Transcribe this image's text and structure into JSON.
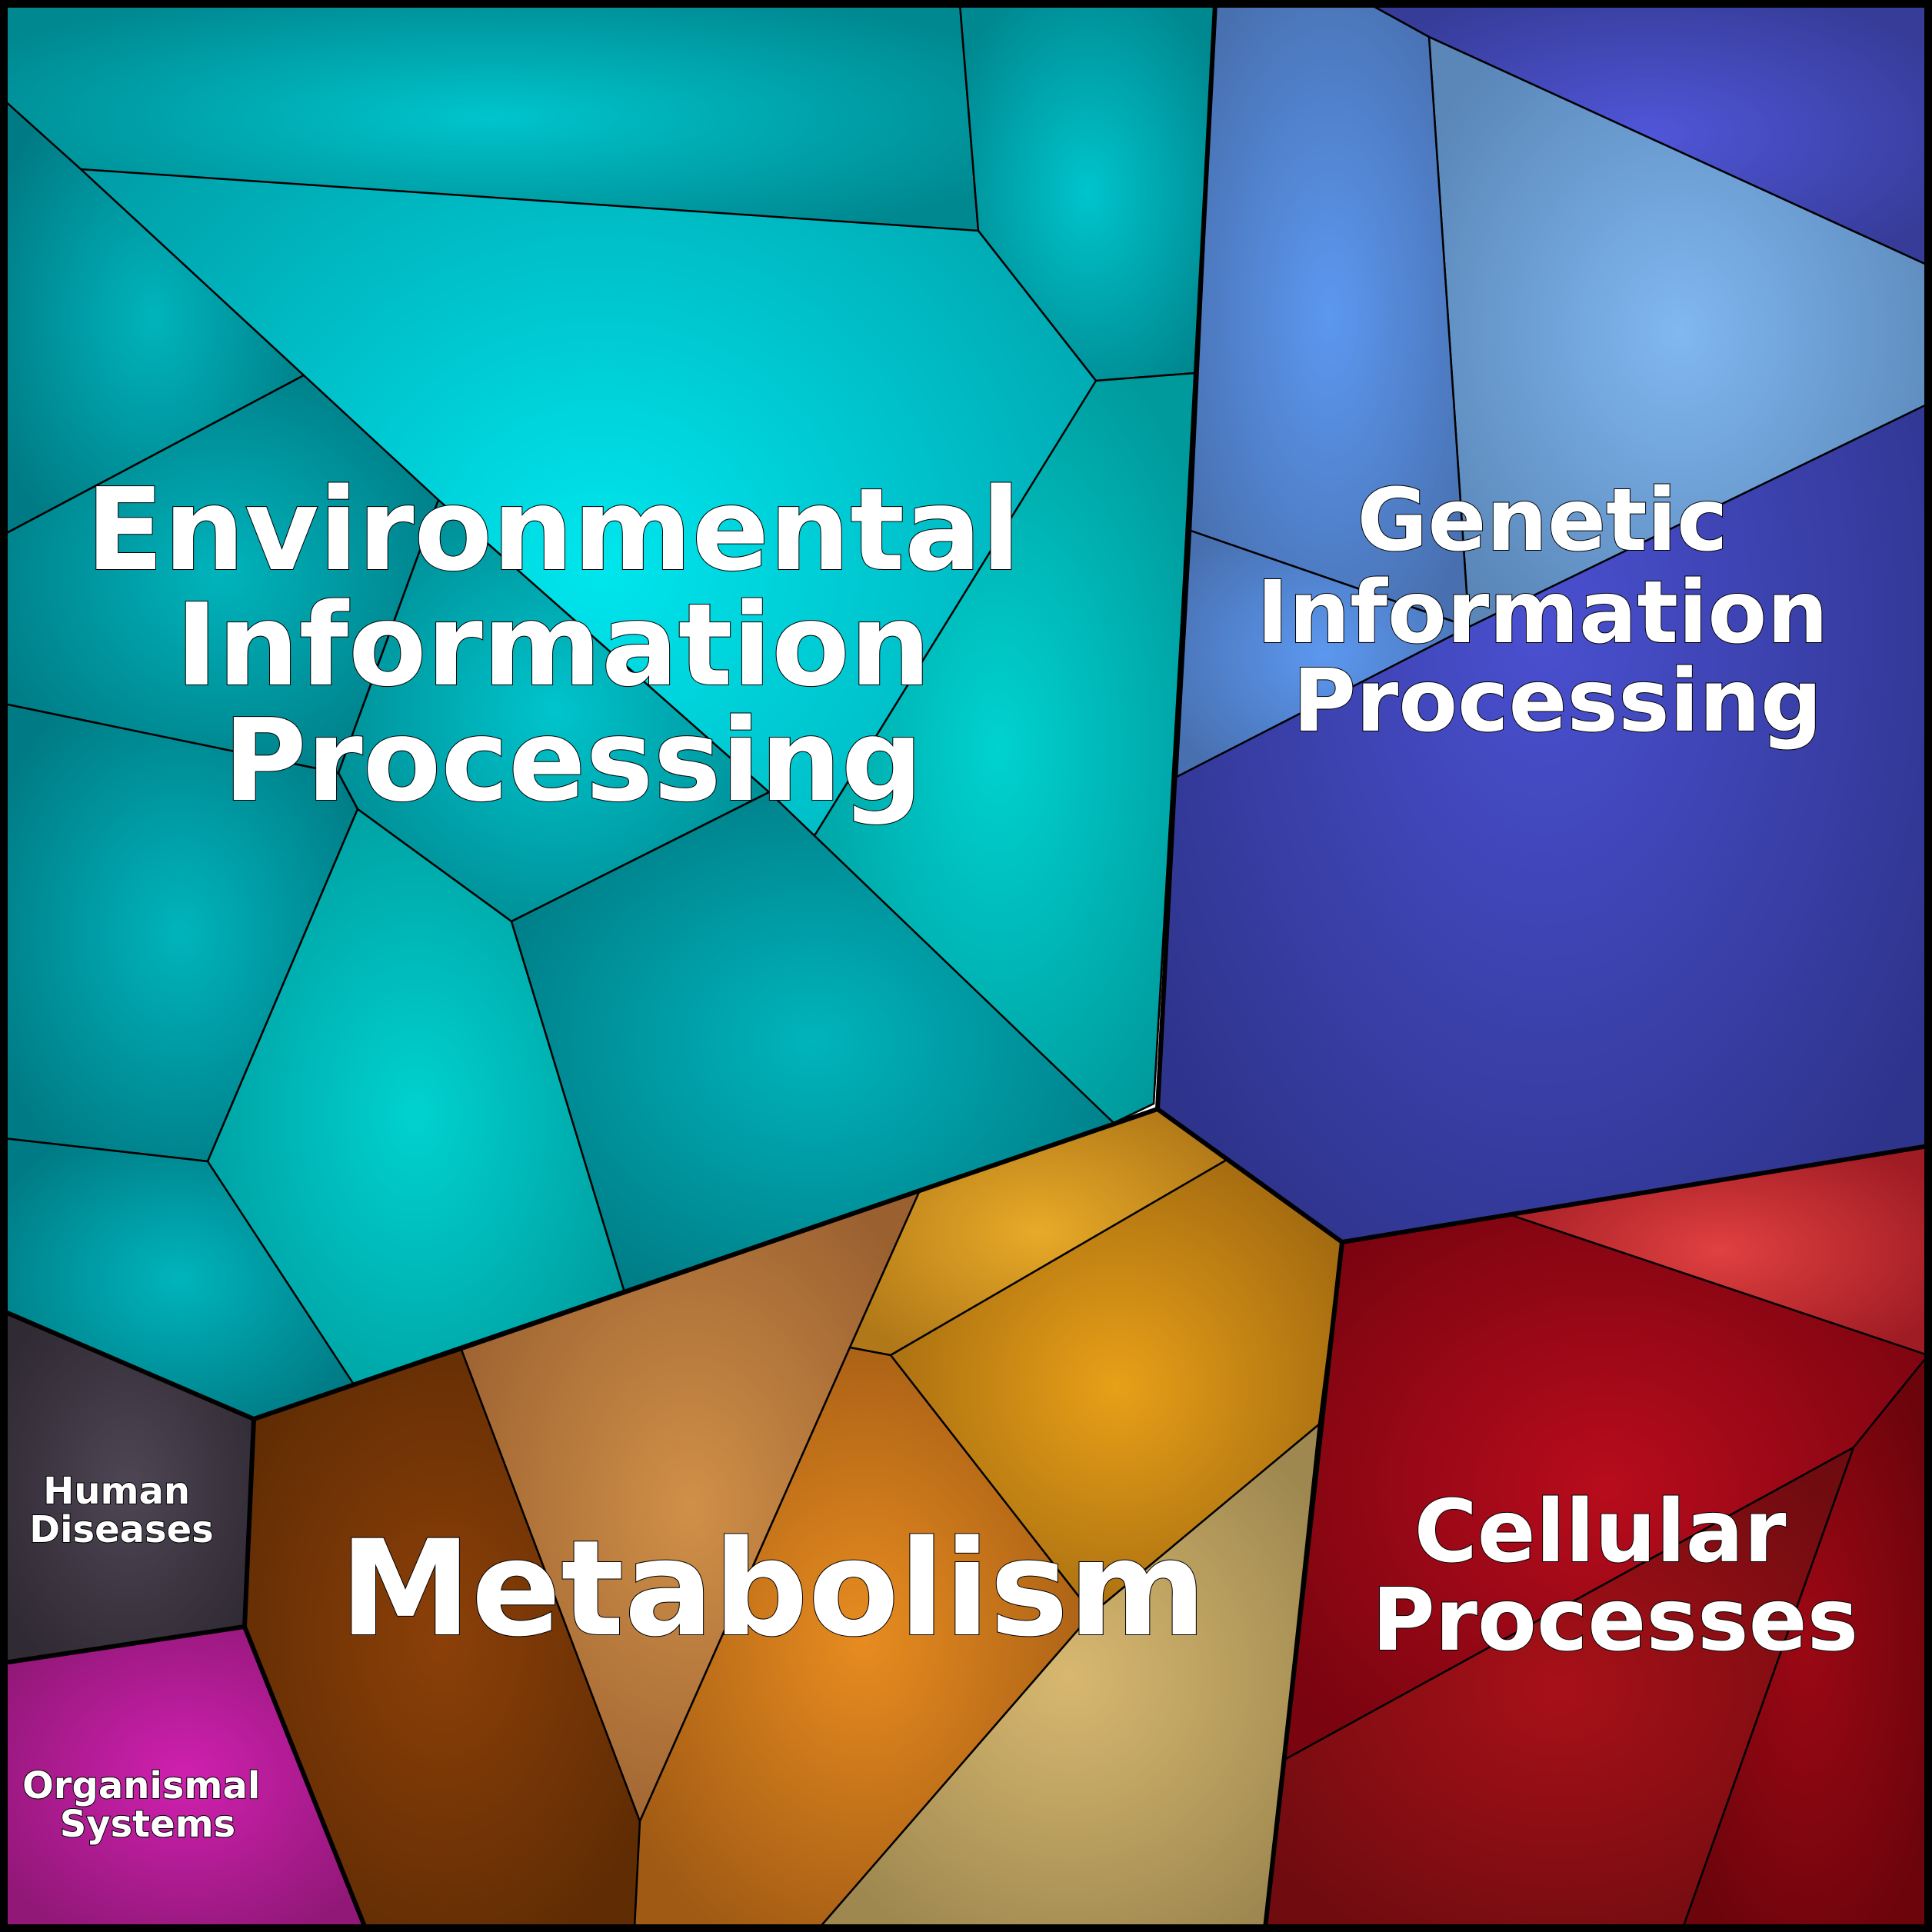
{
  "labels": {
    "environmental": [
      "Environmental",
      "Information",
      "Processing"
    ],
    "genetic": [
      "Genetic",
      "Information",
      "Processing"
    ],
    "metabolism": [
      "Metabolism"
    ],
    "cellular": [
      "Cellular",
      "Processes"
    ],
    "human_diseases": [
      "Human",
      "Diseases"
    ],
    "organismal": [
      "Organismal",
      "Systems"
    ]
  },
  "colors": {
    "environmental": "#00b8c4",
    "genetic": "#3a3fa8",
    "metabolism": "#c8801a",
    "cellular": "#9a0a18",
    "human_diseases": "#3d3540",
    "organismal": "#b0188a"
  }
}
